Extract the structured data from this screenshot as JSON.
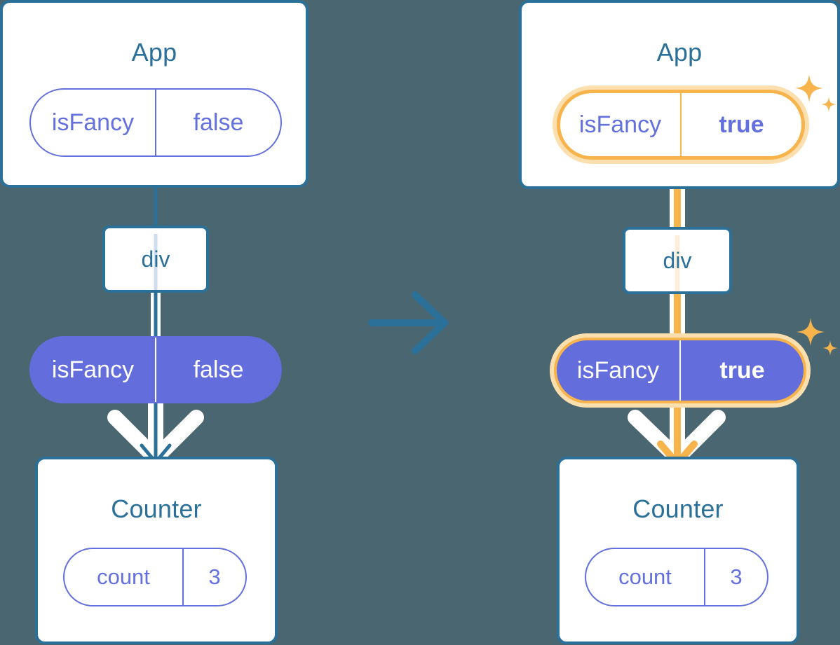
{
  "diagram": {
    "title": "React state update propagation: isFancy false to true",
    "background_color": "#4a6670",
    "accent_blue": "#2a7098",
    "accent_purple": "#636ddb",
    "accent_orange": "#f7b44c",
    "accent_orange_soft": "#fbdfae",
    "transition_arrow": {
      "icon": "arrow-right-icon",
      "color": "#2a7098"
    }
  },
  "panels": [
    {
      "id": "before",
      "app": {
        "title": "App",
        "state_pill": {
          "key": "isFancy",
          "value": "false",
          "style": "outline",
          "highlighted": false,
          "value_bold": false
        }
      },
      "div_node": {
        "label": "div"
      },
      "prop_pill": {
        "key": "isFancy",
        "value": "false",
        "style": "filled",
        "highlighted": false,
        "value_bold": false
      },
      "counter": {
        "title": "Counter",
        "state_pill": {
          "key": "count",
          "value": "3",
          "style": "outline",
          "highlighted": false,
          "value_bold": false
        }
      },
      "edge_color": "#2a7098",
      "arrow_color": "#2a7098",
      "sparkles": []
    },
    {
      "id": "after",
      "app": {
        "title": "App",
        "state_pill": {
          "key": "isFancy",
          "value": "true",
          "style": "outline",
          "highlighted": true,
          "value_bold": true
        }
      },
      "div_node": {
        "label": "div"
      },
      "prop_pill": {
        "key": "isFancy",
        "value": "true",
        "style": "filled",
        "highlighted": true,
        "value_bold": true
      },
      "counter": {
        "title": "Counter",
        "state_pill": {
          "key": "count",
          "value": "3",
          "style": "outline",
          "highlighted": false,
          "value_bold": false
        }
      },
      "edge_color": "#f7b44c",
      "arrow_color": "#f7b44c",
      "sparkles": [
        "sparkle-large",
        "sparkle-small"
      ]
    }
  ]
}
